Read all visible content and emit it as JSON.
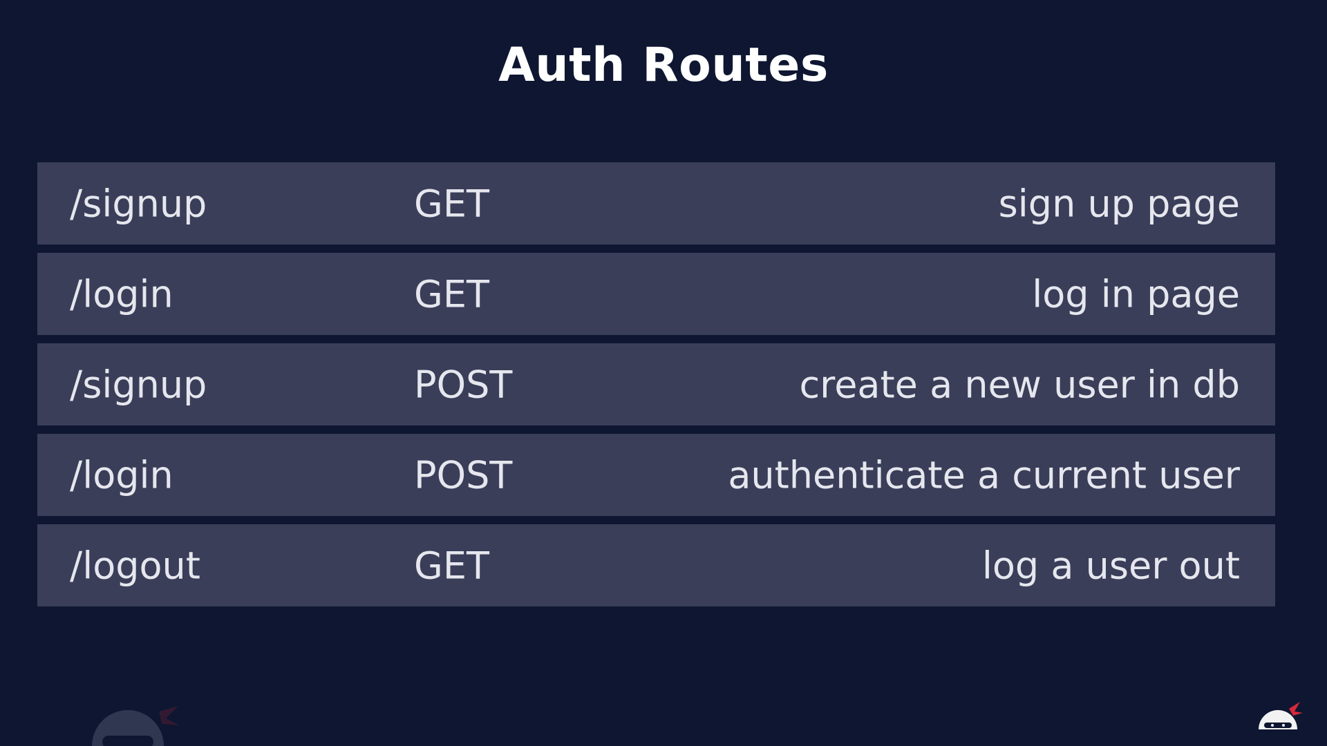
{
  "slide": {
    "title": "Auth Routes"
  },
  "routes": [
    {
      "path": "/signup",
      "method": "GET",
      "description": "sign up page"
    },
    {
      "path": "/login",
      "method": "GET",
      "description": "log in page"
    },
    {
      "path": "/signup",
      "method": "POST",
      "description": "create a new user in db"
    },
    {
      "path": "/login",
      "method": "POST",
      "description": "authenticate a current user"
    },
    {
      "path": "/logout",
      "method": "GET",
      "description": "log a user out"
    }
  ],
  "colors": {
    "background": "#0e1631",
    "row": "#3a3e59",
    "text": "#e6e7ee",
    "title": "#ffffff",
    "accent": "#d6293a"
  },
  "icons": {
    "watermark": "ninja-mascot-icon",
    "corner_logo": "ninja-logo-icon"
  }
}
